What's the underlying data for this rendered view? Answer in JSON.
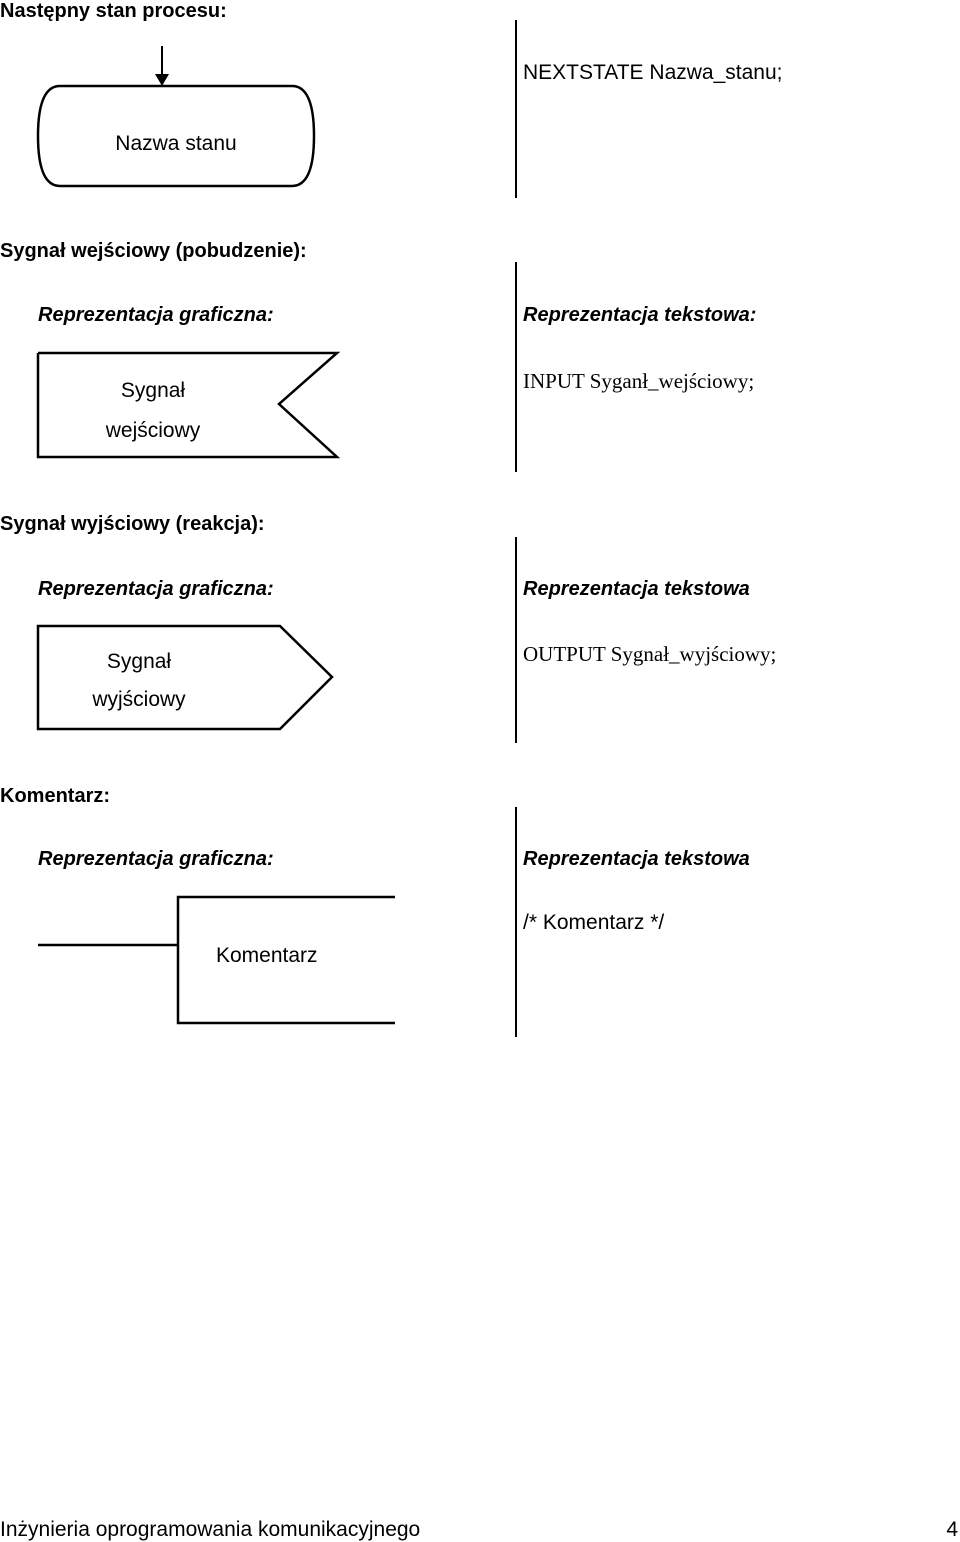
{
  "sections": {
    "nextstate": {
      "heading": "Następny stan procesu:",
      "shape_label": "Nazwa  stanu",
      "text_repr": "NEXTSTATE Nazwa_stanu;"
    },
    "input": {
      "heading": "Sygnał wejściowy (pobudzenie):",
      "graphic_label": "Reprezentacja graficzna:",
      "text_label": "Reprezentacja tekstowa:",
      "shape_line1": "Sygnał",
      "shape_line2": "wejściowy",
      "text_repr": "INPUT Syganł_wejściowy;"
    },
    "output": {
      "heading": "Sygnał wyjściowy (reakcja):",
      "graphic_label": "Reprezentacja graficzna:",
      "text_label": "Reprezentacja tekstowa",
      "shape_line1": "Sygnał",
      "shape_line2": "wyjściowy",
      "text_repr": "OUTPUT Sygnał_wyjściowy;"
    },
    "comment": {
      "heading": "Komentarz:",
      "graphic_label": "Reprezentacja graficzna:",
      "text_label": "Reprezentacja tekstowa",
      "shape_label": "Komentarz",
      "text_repr": "/* Komentarz */"
    }
  },
  "footer": {
    "title": "Inżynieria oprogramowania komunikacyjnego",
    "page_number": "4"
  }
}
